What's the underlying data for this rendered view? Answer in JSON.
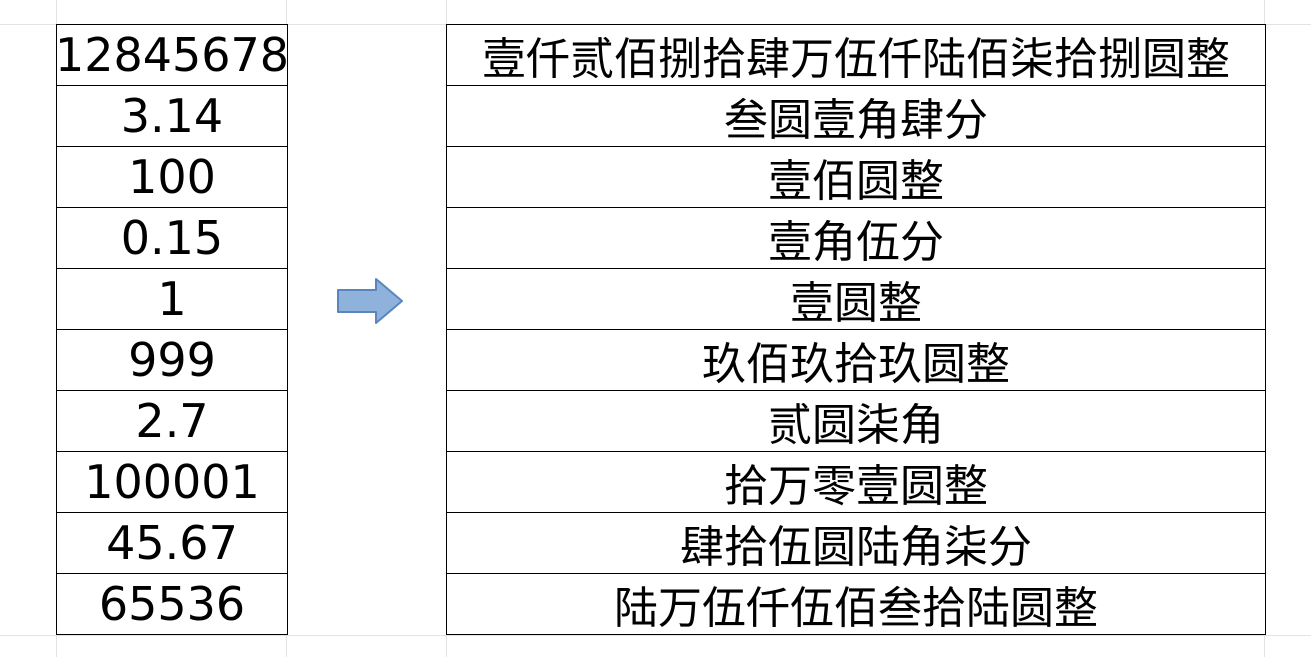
{
  "arrow": {
    "icon": "right-arrow-icon",
    "fill": "#8fb2dc",
    "stroke": "#5b86bd"
  },
  "numbers": [
    "12845678",
    "3.14",
    "100",
    "0.15",
    "1",
    "999",
    "2.7",
    "100001",
    "45.67",
    "65536"
  ],
  "chinese_amounts": [
    "壹仟贰佰捌拾肆万伍仟陆佰柒拾捌圆整",
    "叁圆壹角肆分",
    "壹佰圆整",
    "壹角伍分",
    "壹圆整",
    "玖佰玖拾玖圆整",
    "贰圆柒角",
    "拾万零壹圆整",
    "肆拾伍圆陆角柒分",
    "陆万伍仟伍佰叁拾陆圆整"
  ]
}
